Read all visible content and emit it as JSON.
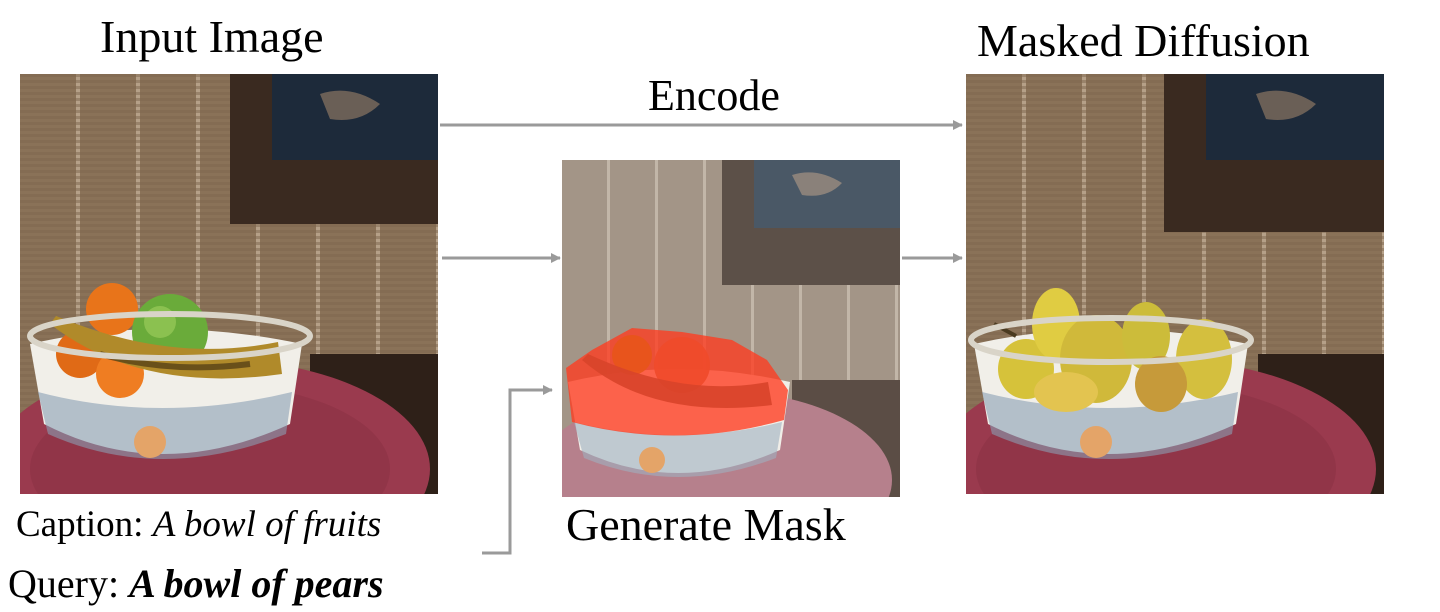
{
  "titles": {
    "input": "Input Image",
    "masked": "Masked Diffusion",
    "encode": "Encode",
    "generate": "Generate Mask"
  },
  "caption": {
    "prefix": "Caption: ",
    "text": "A bowl of fruits"
  },
  "query": {
    "prefix": "Query: ",
    "text": "A bowl of pears"
  },
  "colors": {
    "arrow": "#9a9a9a",
    "mask_overlay": "#ff3b1f",
    "wall": "#8a7258",
    "frame": "#3a2a20",
    "placemat": "#9a3a4e",
    "bowl": "#f1efe9"
  }
}
